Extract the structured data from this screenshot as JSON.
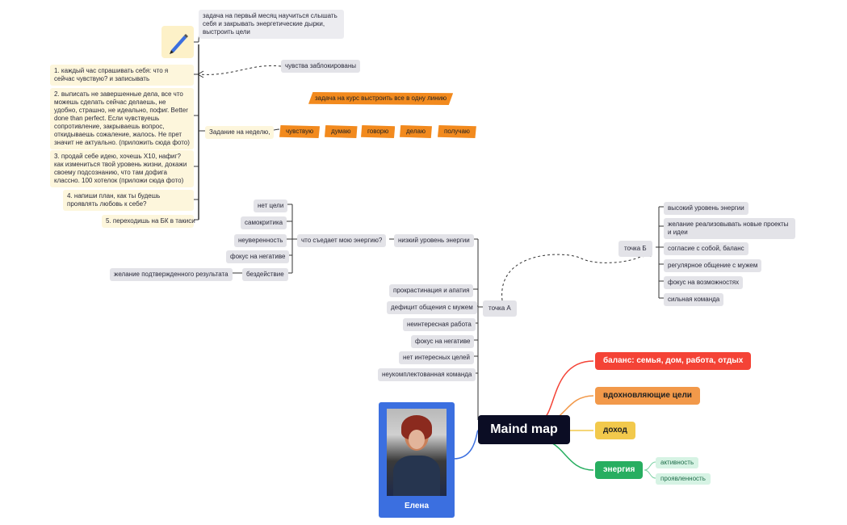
{
  "center": {
    "title": "Maind map"
  },
  "profile": {
    "name": "Елена"
  },
  "branches": [
    {
      "label": "баланс: семья, дом, работа, отдых",
      "color": "#f44336"
    },
    {
      "label": "вдохновляющие цели",
      "color": "#f2994a"
    },
    {
      "label": "доход",
      "color": "#f2c94c"
    },
    {
      "label": "энергия",
      "color": "#27ae60"
    }
  ],
  "energy_children": [
    "активность",
    "проявленность"
  ],
  "point_a": {
    "label": "точка А",
    "left_items": [
      "низкий уровень энергии",
      "прокрастинация и апатия",
      "дефицит общения с мужем",
      "неинтересная работа",
      "фокус на негативе",
      "нет интересных целей",
      "неукомплектованная команда"
    ]
  },
  "question": {
    "label": "что съедает мою энергию?",
    "items": [
      "нет цели",
      "самокритика",
      "неуверенность",
      "фокус на негативе",
      "бездействие"
    ],
    "sub": "желание подтвержденного результата"
  },
  "point_b": {
    "label": "точка Б",
    "items": [
      "высокий уровень энергии",
      "желание реализовывать новые проекты и идеи",
      "согласие с собой, баланс",
      "регулярное общение с мужем",
      "фокус на возможностях",
      "сильная команда"
    ]
  },
  "task_top": "задача на первый месяц научиться слышать себя и закрывать энергетические дырки, выстроить цели",
  "feelings": "чувства заблокированы",
  "course_task": "задача на курс выстроить все в одну линию",
  "week_task": "Задание на неделю,",
  "chain": [
    "чувствую",
    "думаю",
    "говорю",
    "делаю",
    "получаю"
  ],
  "tasks": [
    "1. каждый час спрашивать себя: что я сейчас чувствую? и записывать",
    "2. выписать не завершенные дела, все что можешь сделать сейчас делаешь, не удобно, страшно, не идеально, пофиг. Better done than perfect.   Если чувствуешь сопротивление, закрываешь вопрос, откидываешь сожаление, жалось. Не прет значит не актуально.  (приложить сюда фото)",
    "3. продай себе идею, хочешь  Х10, нафиг? как измениться твой уровень жизни, докажи своему подсознанию, что там дофига классно. 100 хотелок (приложи сюда фото)",
    "4. напиши план,  как ты будешь проявлять любовь к себе?",
    "5. переходишь на БК в такиси"
  ],
  "icons": [
    "pen-icon",
    "person-photo"
  ]
}
